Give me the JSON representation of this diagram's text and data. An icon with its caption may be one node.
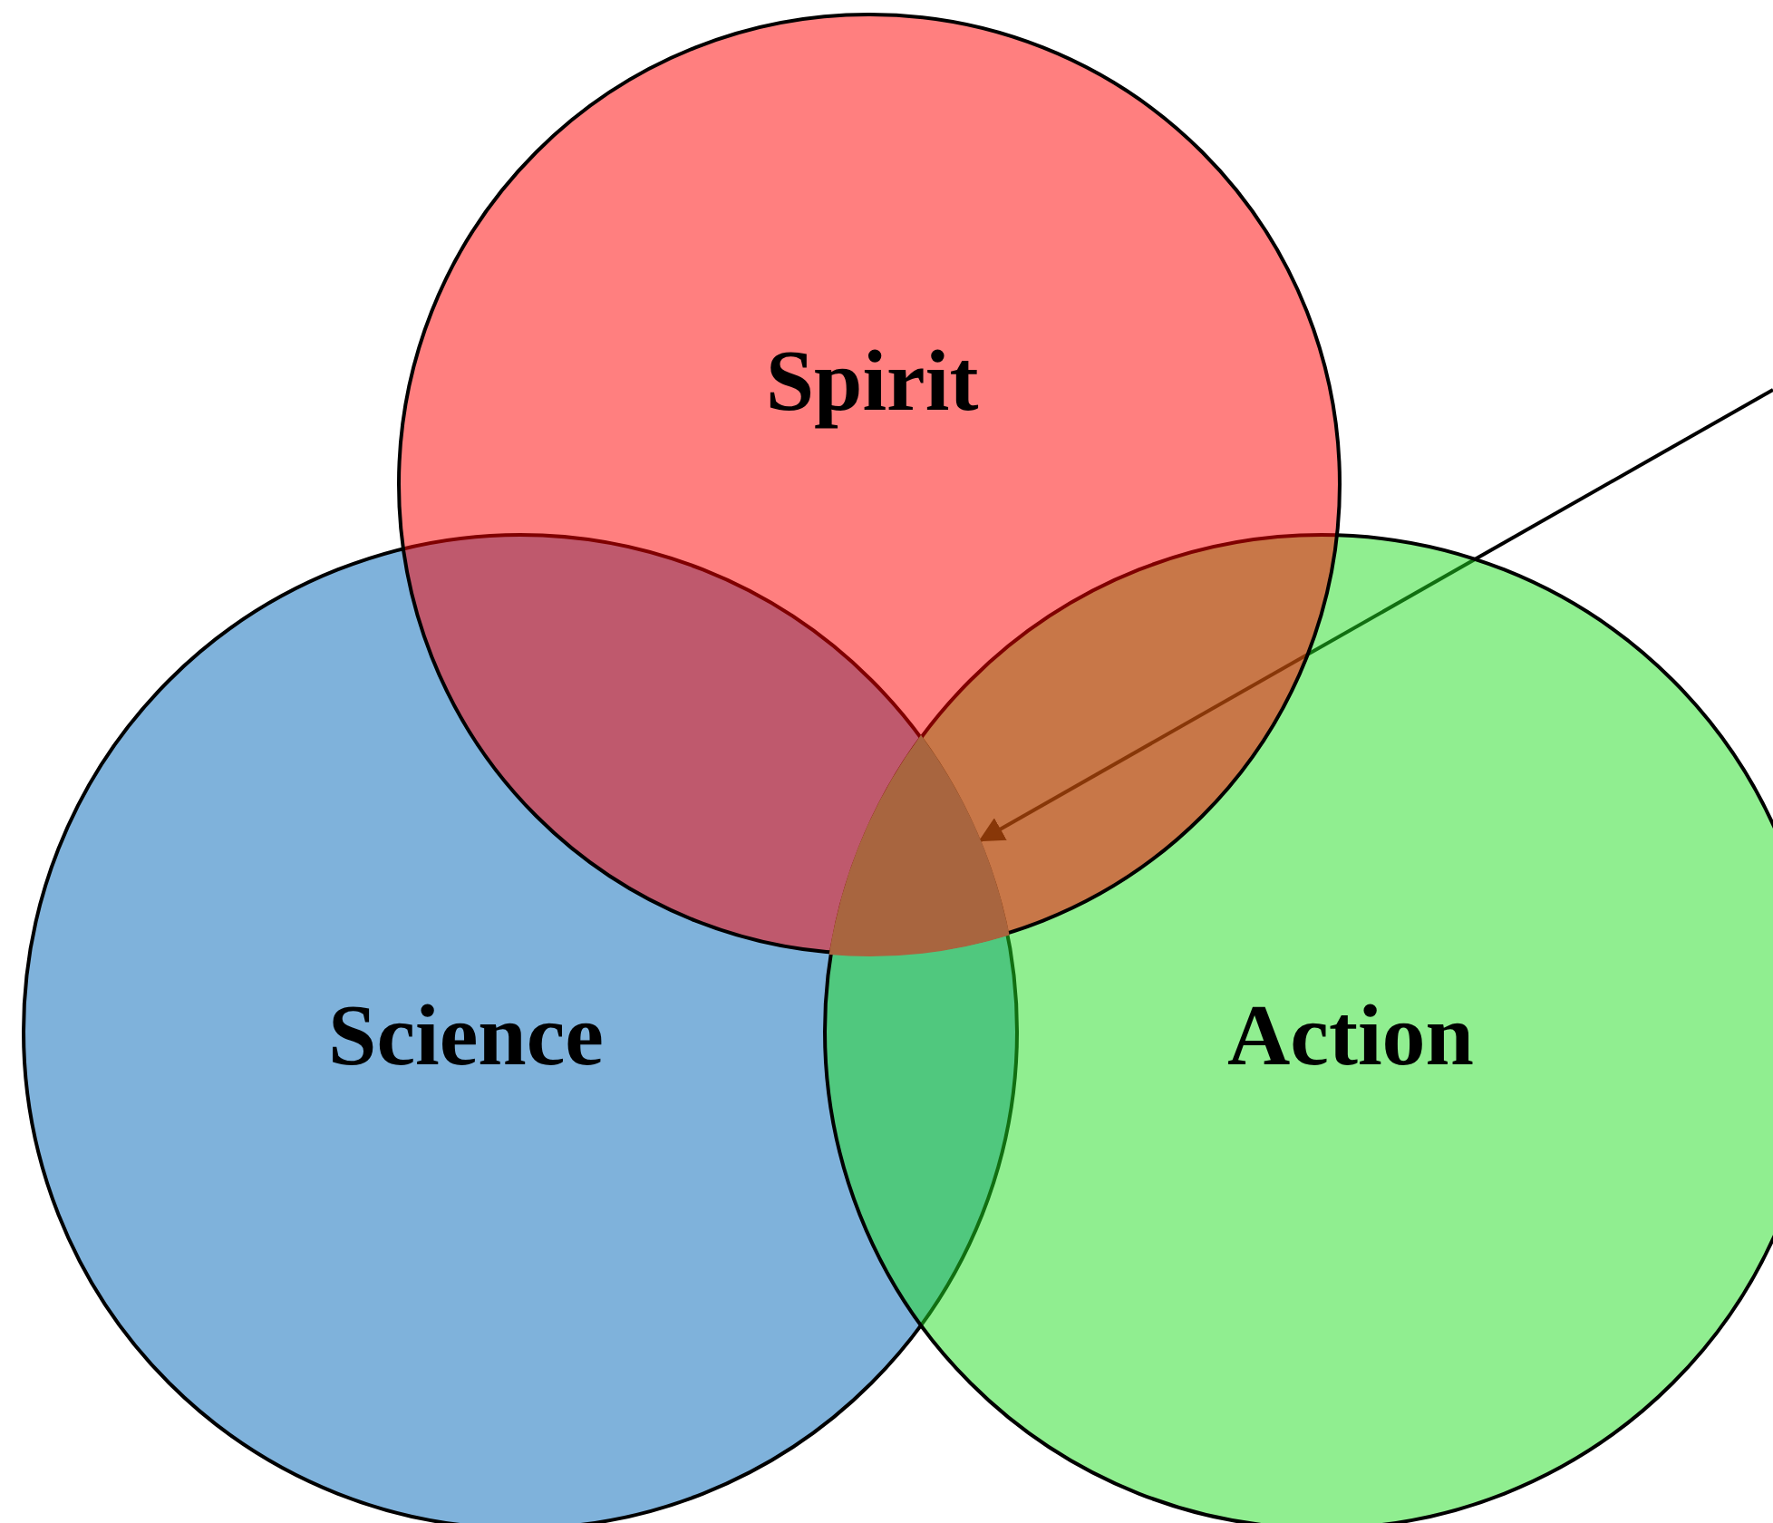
{
  "diagram": {
    "nodes": [
      {
        "text": [
          "Spirit"
        ]
      },
      {
        "text": [
          "Science"
        ]
      },
      {
        "text": [
          "Action"
        ]
      },
      {
        "text": [],
        "shape": "region"
      }
    ],
    "edges": [
      {
        "from": null,
        "to": 3,
        "arrow": "to"
      }
    ]
  }
}
